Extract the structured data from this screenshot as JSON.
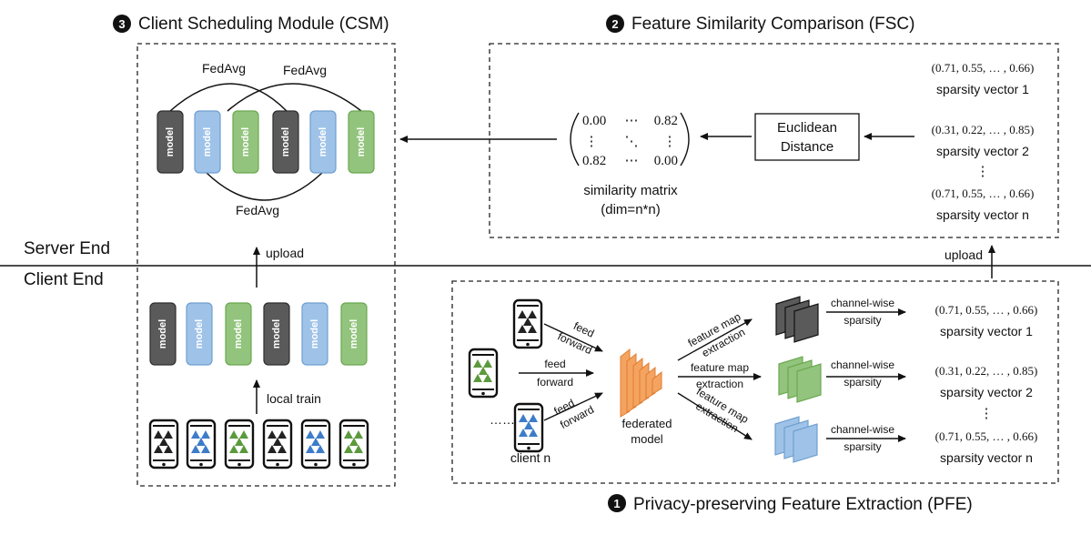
{
  "titles": {
    "csm_num": "3",
    "csm": "Client Scheduling Module (CSM)",
    "fsc_num": "2",
    "fsc": "Feature Similarity Comparison (FSC)",
    "pfe_num": "1",
    "pfe": "Privacy-preserving Feature Extraction (PFE)"
  },
  "regions": {
    "server": "Server End",
    "client": "Client End"
  },
  "csm": {
    "fedavg_1": "FedAvg",
    "fedavg_2": "FedAvg",
    "fedavg_3": "FedAvg",
    "model_label": "model",
    "upload": "upload",
    "local_train": "local train"
  },
  "fsc": {
    "matrix": {
      "m00": "0.00",
      "m01": "⋯",
      "m02": "0.82",
      "m10": "⋮",
      "m11": "⋱",
      "m12": "⋮",
      "m20": "0.82",
      "m21": "⋯",
      "m22": "0.00"
    },
    "matrix_caption_1": "similarity matrix",
    "matrix_caption_2": "(dim=n*n)",
    "euclid_1": "Euclidean",
    "euclid_2": "Distance",
    "vectors": [
      {
        "values": "(0.71, 0.55, … , 0.66)",
        "label": "sparsity vector 1"
      },
      {
        "values": "(0.31, 0.22, … , 0.85)",
        "label": "sparsity vector 2"
      },
      {
        "values": "(0.71, 0.55, … , 0.66)",
        "label": "sparsity vector n"
      }
    ],
    "vdots": "⋮",
    "upload": "upload"
  },
  "pfe": {
    "feed_1": "feed",
    "forward_1": "forward",
    "feed_2": "feed",
    "forward_2": "forward",
    "feed_3": "feed",
    "forward_3": "forward",
    "dots": "……",
    "client_n": "client n",
    "fed_1": "federated",
    "fed_2": "model",
    "fm_1a": "feature map",
    "fm_1b": "extraction",
    "fm_2a": "feature map",
    "fm_2b": "extraction",
    "fm_3a": "feature map",
    "fm_3b": "extraction",
    "cw_1a": "channel-wise",
    "cw_1b": "sparsity",
    "cw_2a": "channel-wise",
    "cw_2b": "sparsity",
    "cw_3a": "channel-wise",
    "cw_3b": "sparsity",
    "vectors": [
      {
        "values": "(0.71, 0.55, … , 0.66)",
        "label": "sparsity vector 1"
      },
      {
        "values": "(0.31, 0.22, … , 0.85)",
        "label": "sparsity vector 2"
      },
      {
        "values": "(0.71, 0.55, … , 0.66)",
        "label": "sparsity vector n"
      }
    ],
    "vdots": "⋮"
  },
  "colors": {
    "gray": "#5a5a5a",
    "gray_edge": "#2e2e2e",
    "blue": "#9fc3e8",
    "blue_edge": "#6f9fd0",
    "green": "#93c47d",
    "green_edge": "#6aa84f",
    "orange": "#f4a460",
    "orange_edge": "#e07b2e"
  }
}
